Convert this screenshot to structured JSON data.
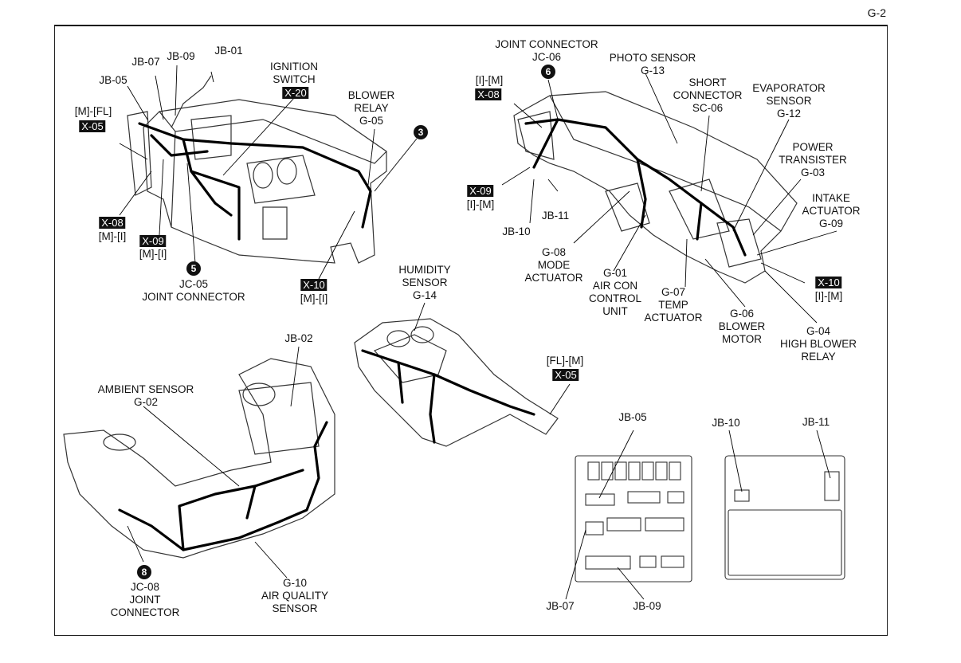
{
  "page_number": "G-2",
  "labels": {
    "jb01": "JB-01",
    "jb05_tl": "JB-05",
    "jb07_tl": "JB-07",
    "jb09_tl": "JB-09",
    "m_fl": "[M]-[FL]",
    "x05_tl": "X-05",
    "ignition": "IGNITION\nSWITCH",
    "x20": "X-20",
    "blower_relay": "BLOWER\nRELAY\nG-05",
    "x08_tl": "X-08",
    "m_i_1": "[M]-[I]",
    "x09_tl": "X-09",
    "m_i_2": "[M]-[I]",
    "jc05": "JC-05\nJOINT CONNECTOR",
    "x10_tl": "X-10",
    "m_i_3": "[M]-[I]",
    "joint_jc06": "JOINT CONNECTOR\nJC-06",
    "i_m_1": "[I]-[M]",
    "x08_tr": "X-08",
    "photo": "PHOTO SENSOR\nG-13",
    "short_conn": "SHORT\nCONNECTOR\nSC-06",
    "evap": "EVAPORATOR\nSENSOR\nG-12",
    "power_trans": "POWER\nTRANSISTER\nG-03",
    "intake": "INTAKE\nACTUATOR\nG-09",
    "x09_tr": "X-09",
    "i_m_2": "[I]-[M]",
    "jb11_tr": "JB-11",
    "jb10_tr": "JB-10",
    "mode": "G-08\nMODE\nACTUATOR",
    "aircon": "G-01\nAIR CON\nCONTROL\nUNIT",
    "temp": "G-07\nTEMP\nACTUATOR",
    "blower_motor": "G-06\nBLOWER\nMOTOR",
    "x10_tr": "X-10",
    "i_m_3": "[I]-[M]",
    "high_blower": "G-04\nHIGH BLOWER\nRELAY",
    "humidity": "HUMIDITY\nSENSOR\nG-14",
    "fl_m": "[FL]-[M]",
    "x05_mid": "X-05",
    "jb02": "JB-02",
    "ambient": "AMBIENT SENSOR\nG-02",
    "jc08": "JC-08\nJOINT\nCONNECTOR",
    "air_quality": "G-10\nAIR QUALITY\nSENSOR",
    "jb05_br": "JB-05",
    "jb10_br": "JB-10",
    "jb11_br": "JB-11",
    "jb07_br": "JB-07",
    "jb09_br": "JB-09"
  },
  "badges": {
    "b3": "3",
    "b5": "5",
    "b6": "6",
    "b8": "8"
  }
}
